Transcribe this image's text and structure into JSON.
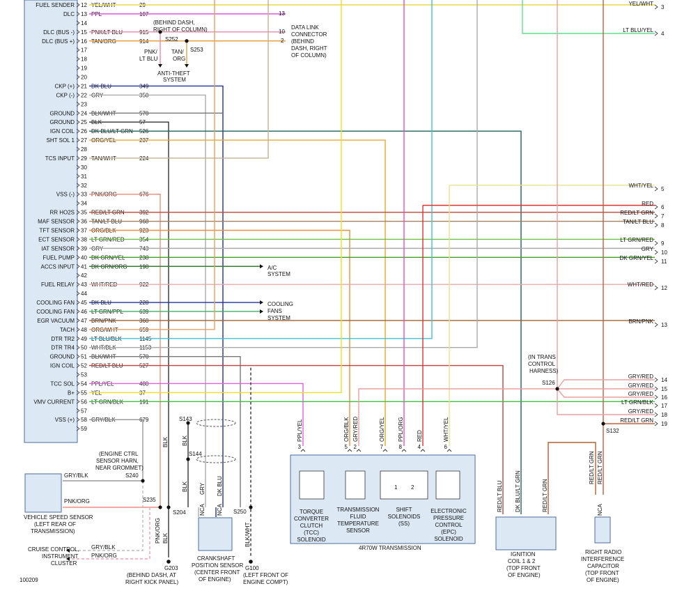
{
  "colors": {
    "pcm_panel": "#dce8f4",
    "pcm_border": "#4a6d9c",
    "trans_box": "#dce8f4",
    "bg": "#ffffff"
  },
  "pcm_pins": [
    {
      "pin": "12",
      "label": "FUEL SENDER",
      "color": "YEL/WHT",
      "circuit": "29",
      "hex": "#e8d84a"
    },
    {
      "pin": "13",
      "label": "DLC",
      "color": "PPL",
      "circuit": "107",
      "hex": "#dd44dd"
    },
    {
      "pin": "14",
      "label": "",
      "color": "",
      "circuit": "",
      "hex": ""
    },
    {
      "pin": "15",
      "label": "DLC (BUS -)",
      "color": "PNK/LT BLU",
      "circuit": "915",
      "hex": "#e888a8"
    },
    {
      "pin": "16",
      "label": "DLC (BUS +)",
      "color": "TAN/ORG",
      "circuit": "914",
      "hex": "#e8a040"
    },
    {
      "pin": "17",
      "label": "",
      "color": "",
      "circuit": "",
      "hex": ""
    },
    {
      "pin": "18",
      "label": "",
      "color": "",
      "circuit": "",
      "hex": ""
    },
    {
      "pin": "19",
      "label": "",
      "color": "",
      "circuit": "",
      "hex": ""
    },
    {
      "pin": "20",
      "label": "",
      "color": "",
      "circuit": "",
      "hex": ""
    },
    {
      "pin": "21",
      "label": "CKP (+)",
      "color": "DK BLU",
      "circuit": "349",
      "hex": "#2030a0"
    },
    {
      "pin": "22",
      "label": "CKP (-)",
      "color": "GRY",
      "circuit": "350",
      "hex": "#aaaaaa"
    },
    {
      "pin": "23",
      "label": "",
      "color": "",
      "circuit": "",
      "hex": ""
    },
    {
      "pin": "24",
      "label": "GROUND",
      "color": "BLK/WHT",
      "circuit": "570",
      "hex": "#777777"
    },
    {
      "pin": "25",
      "label": "GROUND",
      "color": "BLK",
      "circuit": "57",
      "hex": "#333333"
    },
    {
      "pin": "26",
      "label": "IGN COIL",
      "color": "DK BLU/LT GRN",
      "circuit": "526",
      "hex": "#206060"
    },
    {
      "pin": "27",
      "label": "SHT SOL 1",
      "color": "ORG/YEL",
      "circuit": "237",
      "hex": "#e8a830"
    },
    {
      "pin": "28",
      "label": "",
      "color": "",
      "circuit": "",
      "hex": ""
    },
    {
      "pin": "29",
      "label": "TCS INPUT",
      "color": "TAN/WHT",
      "circuit": "224",
      "hex": "#c8b090"
    },
    {
      "pin": "30",
      "label": "",
      "color": "",
      "circuit": "",
      "hex": ""
    },
    {
      "pin": "31",
      "label": "",
      "color": "",
      "circuit": "",
      "hex": ""
    },
    {
      "pin": "32",
      "label": "",
      "color": "",
      "circuit": "",
      "hex": ""
    },
    {
      "pin": "33",
      "label": "VSS (-)",
      "color": "PNK/ORG",
      "circuit": "676",
      "hex": "#f09080"
    },
    {
      "pin": "34",
      "label": "",
      "color": "",
      "circuit": "",
      "hex": ""
    },
    {
      "pin": "35",
      "label": "RR HO2S",
      "color": "RED/LT GRN",
      "circuit": "392",
      "hex": "#c05040"
    },
    {
      "pin": "36",
      "label": "MAF SENSOR",
      "color": "TAN/LT BLU",
      "circuit": "968",
      "hex": "#a08060"
    },
    {
      "pin": "37",
      "label": "TFT SENSOR",
      "color": "ORG/BLK",
      "circuit": "923",
      "hex": "#e89040"
    },
    {
      "pin": "38",
      "label": "ECT SENSOR",
      "color": "LT GRN/RED",
      "circuit": "354",
      "hex": "#70c040"
    },
    {
      "pin": "39",
      "label": "IAT SENSOR",
      "color": "GRY",
      "circuit": "743",
      "hex": "#aaaaaa"
    },
    {
      "pin": "40",
      "label": "FUEL PUMP",
      "color": "DK GRN/YEL",
      "circuit": "238",
      "hex": "#40a020"
    },
    {
      "pin": "41",
      "label": "ACCS INPUT",
      "color": "DK GRN/ORG",
      "circuit": "198",
      "hex": "#308030"
    },
    {
      "pin": "42",
      "label": "",
      "color": "",
      "circuit": "",
      "hex": ""
    },
    {
      "pin": "43",
      "label": "FUEL RELAY",
      "color": "WHT/RED",
      "circuit": "922",
      "hex": "#e8a8a8"
    },
    {
      "pin": "44",
      "label": "",
      "color": "",
      "circuit": "",
      "hex": ""
    },
    {
      "pin": "45",
      "label": "COOLING FAN",
      "color": "DK BLU",
      "circuit": "228",
      "hex": "#2030a0"
    },
    {
      "pin": "46",
      "label": "COOLING FAN",
      "color": "LT GRN/PPL",
      "circuit": "639",
      "hex": "#40b060"
    },
    {
      "pin": "47",
      "label": "EGR VACUUM",
      "color": "BRN/PNK",
      "circuit": "360",
      "hex": "#a06030"
    },
    {
      "pin": "48",
      "label": "TACH",
      "color": "ORG/WHT",
      "circuit": "659",
      "hex": "#e8a060"
    },
    {
      "pin": "49",
      "label": "DTR TR2",
      "color": "LT BLU/BLK",
      "circuit": "1145",
      "hex": "#40c0d8"
    },
    {
      "pin": "50",
      "label": "DTR TR4",
      "color": "WHT/BLK",
      "circuit": "1153",
      "hex": "#aaaaaa"
    },
    {
      "pin": "51",
      "label": "GROUND",
      "color": "BLK/WHT",
      "circuit": "570",
      "hex": "#777777"
    },
    {
      "pin": "52",
      "label": "IGN COIL",
      "color": "RED/LT BLU",
      "circuit": "527",
      "hex": "#c04040"
    },
    {
      "pin": "53",
      "label": "",
      "color": "",
      "circuit": "",
      "hex": ""
    },
    {
      "pin": "54",
      "label": "TCC SOL",
      "color": "PPL/YEL",
      "circuit": "480",
      "hex": "#e060e0"
    },
    {
      "pin": "55",
      "label": "B+",
      "color": "YEL",
      "circuit": "37",
      "hex": "#f0e020"
    },
    {
      "pin": "56",
      "label": "VMV CURRENT",
      "color": "LT GRN/BLK",
      "circuit": "191",
      "hex": "#40c040"
    },
    {
      "pin": "57",
      "label": "",
      "color": "",
      "circuit": "",
      "hex": ""
    },
    {
      "pin": "58",
      "label": "VSS (+)",
      "color": "GRY/BLK",
      "circuit": "679",
      "hex": "#999999"
    },
    {
      "pin": "59",
      "label": "",
      "color": "",
      "circuit": "",
      "hex": ""
    }
  ],
  "right_pins": [
    {
      "num": "3",
      "color": "YEL/WHT"
    },
    {
      "num": "4",
      "color": "LT BLU/YEL"
    },
    {
      "num": "5",
      "color": "WHT/YEL"
    },
    {
      "num": "6",
      "color": "RED"
    },
    {
      "num": "7",
      "color": "RED/LT GRN"
    },
    {
      "num": "8",
      "color": "TAN/LT BLU"
    },
    {
      "num": "9",
      "color": "LT GRN/RED"
    },
    {
      "num": "10",
      "color": "GRY"
    },
    {
      "num": "11",
      "color": "DK GRN/YEL"
    },
    {
      "num": "12",
      "color": "WHT/RED"
    },
    {
      "num": "13",
      "color": "BRN/PNK"
    },
    {
      "num": "14",
      "color": "GRY/RED"
    },
    {
      "num": "15",
      "color": "GRY/RED"
    },
    {
      "num": "16",
      "color": "GRY/RED"
    },
    {
      "num": "17",
      "color": "LT GRN/BLK"
    },
    {
      "num": "18",
      "color": "GRY/RED"
    },
    {
      "num": "19",
      "color": "RED/LT GRN"
    }
  ],
  "dlc": {
    "pin13": "13",
    "pin10": "10",
    "pin2": "2",
    "title": "DATA LINK CONNECTOR (BEHIND DASH, RIGHT OF COLUMN)",
    "line1": "DATA LINK",
    "line2": "CONNECTOR",
    "line3": "(BEHIND",
    "line4": "DASH, RIGHT",
    "line5": "OF COLUMN)",
    "splice_note1": "(BEHIND DASH,",
    "splice_note2": "RIGHT OF COLUMN)",
    "s252": "S252",
    "s253": "S253",
    "pnk_lt_blu_a": "PNK/",
    "pnk_lt_blu_b": "LT BLU",
    "tan_org_a": "TAN/",
    "tan_org_b": "ORG",
    "anti_theft_a": "ANTI-THEFT",
    "anti_theft_b": "SYSTEM"
  },
  "ac_system": {
    "a": "A/C",
    "b": "SYSTEM"
  },
  "cooling": {
    "a": "COOLING",
    "b": "FANS",
    "c": "SYSTEM"
  },
  "in_trans_a": "(IN TRANS",
  "in_trans_b": "CONTROL",
  "in_trans_c": "HARNESS)",
  "s126": "S126",
  "s132": "S132",
  "s143": "S143",
  "s144": "S144",
  "s204": "S204",
  "s235": "S235",
  "s240": "S240",
  "s250": "S250",
  "g203": "G203",
  "g100": "G100",
  "g203_note_a": "(BEHIND DASH, AT",
  "g203_note_b": "RIGHT KICK PANEL)",
  "g100_note_a": "(LEFT FRONT OF",
  "g100_note_b": "ENGINE COMPT)",
  "engine_harness_a": "(ENGINE CTRL",
  "engine_harness_b": "SENSOR HARN,",
  "engine_harness_c": "NEAR GROMMET)",
  "vss": {
    "a": "VEHICLE SPEED SENSOR",
    "b": "(LEFT REAR OF",
    "c": "TRANSMISSION)",
    "wire1": "GRY/BLK",
    "wire2": "PNK/ORG"
  },
  "cruise": {
    "a": "CRUISE CONTROL,",
    "b": "INSTRUMENT",
    "c": "CLUSTER",
    "wire1": "GRY/BLK",
    "wire2": "PNK/ORG"
  },
  "ckp": {
    "a": "CRANKSHAFT",
    "b": "POSITION SENSOR",
    "c": "(CENTER FRONT",
    "d": "OF ENGINE)",
    "wire1": "GRY",
    "wire2": "DK BLU",
    "nca1": "NCA",
    "nca2": "NCA"
  },
  "vert_labels": {
    "blk1": "BLK",
    "blk2": "BLK",
    "blk3": "BLK",
    "pnk_org": "PNK/ORG",
    "blk4": "BLK",
    "blk_wht": "BLK/WHT"
  },
  "transmission": {
    "title": "4R70W TRANSMISSION",
    "wires": [
      {
        "pin": "3",
        "color": "PPL/YEL"
      },
      {
        "pin": "5",
        "color": "ORG/BLK"
      },
      {
        "pin": "2",
        "color": "GRY/RED"
      },
      {
        "pin": "7",
        "color": "ORG/YEL"
      },
      {
        "pin": "8",
        "color": "PPL/ORG"
      },
      {
        "pin": "4",
        "color": "RED"
      },
      {
        "pin": "6",
        "color": "WHT/YEL"
      }
    ],
    "tcc": {
      "a": "TORQUE",
      "b": "CONVERTER",
      "c": "CLUTCH",
      "d": "(TCC)",
      "e": "SOLENOID"
    },
    "tft": {
      "a": "TRANSMISSION",
      "b": "FLUID",
      "c": "TEMPERATURE",
      "d": "SENSOR"
    },
    "ss": {
      "a": "SHIFT",
      "b": "SOLENOIDS",
      "c": "(SS)",
      "n1": "1",
      "n2": "2"
    },
    "epc": {
      "a": "ELECTRONIC",
      "b": "PRESSURE",
      "c": "CONTROL",
      "d": "(EPC)",
      "e": "SOLENOID"
    }
  },
  "ign_coil": {
    "a": "IGNITION",
    "b": "COIL 1 & 2",
    "c": "(TOP FRONT",
    "d": "OF ENGINE)",
    "w1": "RED/LT BLU",
    "w2": "DK BLU/LT GRN",
    "w3": "RED/LT GRN"
  },
  "radio": {
    "a": "RIGHT RADIO",
    "b": "INTERFERENCE",
    "c": "CAPACITOR",
    "d": "(TOP FRONT",
    "e": "OF ENGINE)",
    "w1": "RED/LT GRN",
    "w2": "RED/LT GRN",
    "nca": "NCA"
  },
  "diagram_id": "100209"
}
